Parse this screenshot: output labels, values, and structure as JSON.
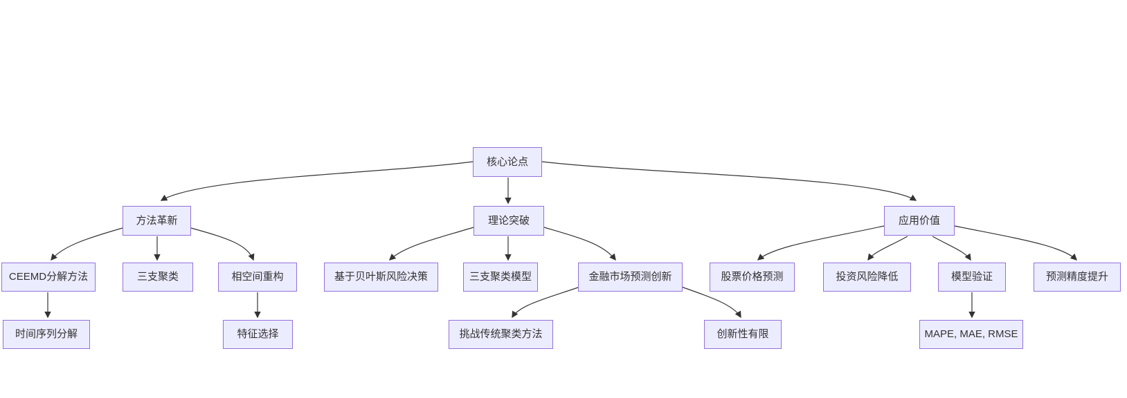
{
  "diagram": {
    "type": "flowchart-tree",
    "background_color": "#ffffff",
    "node_fill_color": "#ECECFF",
    "node_border_color": "#9370DB",
    "node_text_color": "#333333",
    "edge_color": "#333333",
    "nodes": {
      "core": {
        "label": "核心论点"
      },
      "method": {
        "label": "方法革新"
      },
      "theory": {
        "label": "理论突破"
      },
      "application": {
        "label": "应用价值"
      },
      "ceemd": {
        "label": "CEEMD分解方法"
      },
      "three_way": {
        "label": "三支聚类"
      },
      "phase_space": {
        "label": "相空间重构"
      },
      "bayes": {
        "label": "基于贝叶斯风险决策"
      },
      "three_way_model": {
        "label": "三支聚类模型"
      },
      "finance": {
        "label": "金融市场预测创新"
      },
      "stock": {
        "label": "股票价格预测"
      },
      "risk": {
        "label": "投资风险降低"
      },
      "validation": {
        "label": "模型验证"
      },
      "accuracy": {
        "label": "预测精度提升"
      },
      "time_series": {
        "label": "时间序列分解"
      },
      "feature": {
        "label": "特征选择"
      },
      "challenge": {
        "label": "挑战传统聚类方法"
      },
      "limited": {
        "label": "创新性有限"
      },
      "metrics": {
        "label": "MAPE, MAE, RMSE"
      }
    },
    "edges": [
      {
        "from": "core",
        "to": "method"
      },
      {
        "from": "core",
        "to": "theory"
      },
      {
        "from": "core",
        "to": "application"
      },
      {
        "from": "method",
        "to": "ceemd"
      },
      {
        "from": "method",
        "to": "three_way"
      },
      {
        "from": "method",
        "to": "phase_space"
      },
      {
        "from": "ceemd",
        "to": "time_series"
      },
      {
        "from": "phase_space",
        "to": "feature"
      },
      {
        "from": "theory",
        "to": "bayes"
      },
      {
        "from": "theory",
        "to": "three_way_model"
      },
      {
        "from": "theory",
        "to": "finance"
      },
      {
        "from": "finance",
        "to": "challenge"
      },
      {
        "from": "finance",
        "to": "limited"
      },
      {
        "from": "application",
        "to": "stock"
      },
      {
        "from": "application",
        "to": "risk"
      },
      {
        "from": "application",
        "to": "validation"
      },
      {
        "from": "application",
        "to": "accuracy"
      },
      {
        "from": "validation",
        "to": "metrics"
      }
    ]
  }
}
